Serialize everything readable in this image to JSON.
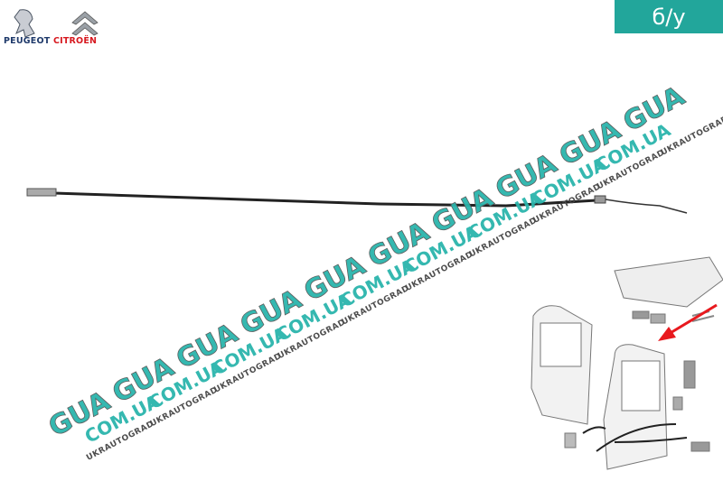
{
  "brand": {
    "peugeot": "PEUGEOT",
    "citroen": "CITROËN"
  },
  "badge": {
    "label": "б/у"
  },
  "watermark": {
    "primary": "GUA",
    "domain": "COM.UA",
    "site": "UKRAUTOGRAD"
  },
  "colors": {
    "accent": "#22a69b",
    "watermark": "#2bb5ac",
    "citroen_red": "#d71920",
    "arrow": "#e8191e"
  }
}
